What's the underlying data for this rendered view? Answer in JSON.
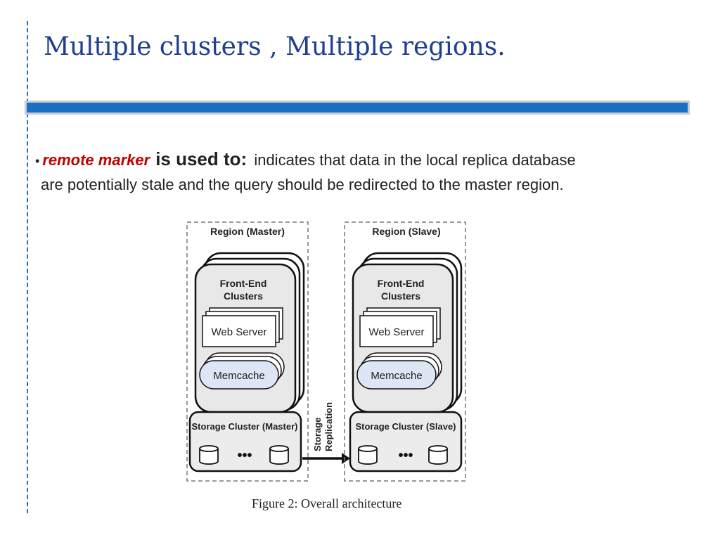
{
  "slide": {
    "title": "Multiple clusters , Multiple regions.",
    "bullet": {
      "marker": "•",
      "term": "remote marker",
      "lead": "is used to:",
      "text_line1": "indicates that data in the local replica database",
      "text_line2": "are potentially stale and the query should be redirected to the master region."
    }
  },
  "figure": {
    "master": {
      "region_label": "Region (Master)",
      "frontend_label_1": "Front-End",
      "frontend_label_2": "Clusters",
      "web_server": "Web Server",
      "memcache": "Memcache",
      "storage": "Storage Cluster (Master)"
    },
    "slave": {
      "region_label": "Region (Slave)",
      "frontend_label_1": "Front-End",
      "frontend_label_2": "Clusters",
      "web_server": "Web Server",
      "memcache": "Memcache",
      "storage": "Storage Cluster (Slave)"
    },
    "replication_label_1": "Storage",
    "replication_label_2": "Replication",
    "ellipsis": "•••",
    "caption": "Figure 2: Overall architecture"
  }
}
